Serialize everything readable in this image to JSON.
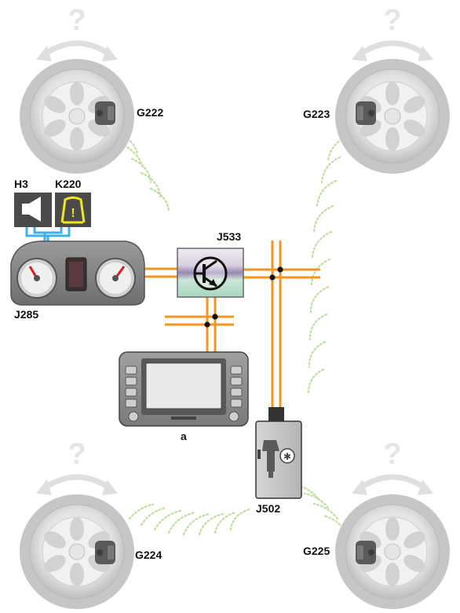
{
  "labels": {
    "g222": "G222",
    "g223": "G223",
    "g224": "G224",
    "g225": "G225",
    "h3": "H3",
    "k220": "K220",
    "j285": "J285",
    "j533": "J533",
    "a": "a",
    "j502": "J502"
  },
  "colors": {
    "bus_line": "#f5941e",
    "tire": "#c4c4c4",
    "rim": "#eaeaea",
    "sensor": "#5a5a5a",
    "radio_wave": "#a8d47c",
    "link_line": "#3fb0e8",
    "warning_symbol": "#f2e51c",
    "gateway_fill_top": "#e4dde8",
    "gateway_fill_mid": "#9a86b4",
    "gateway_fill_bottom": "#b6dcc8"
  },
  "icons": {
    "wheels": "tire-with-pressure-sensor-icon",
    "question": "question-mark-icon",
    "rotation": "rotation-arrows-icon",
    "h3": "speaker-icon",
    "k220": "tire-pressure-warning-icon",
    "j533": "transistor-gateway-icon",
    "j502": "tire-pressure-control-unit-icon"
  }
}
